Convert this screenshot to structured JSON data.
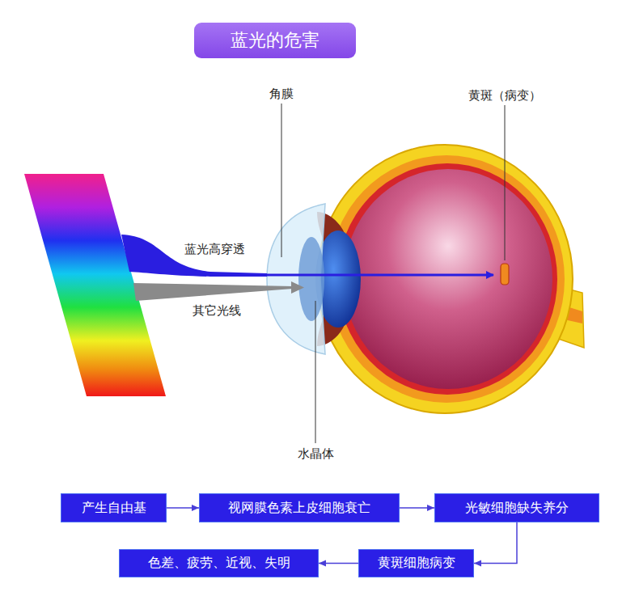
{
  "diagram": {
    "title": "蓝光的危害",
    "nodes": [
      {
        "text": [
          "产生自由基"
        ]
      },
      {
        "text": [
          "视网膜色素上皮细胞衰亡"
        ]
      },
      {
        "text": [
          "光敏细胞缺失养分"
        ]
      },
      {
        "text": [
          "黄斑细胞病变"
        ]
      },
      {
        "text": [
          "色差、疲劳、近视、失明"
        ]
      }
    ],
    "edges": [
      {
        "from": 0,
        "to": 1,
        "arrow": "to"
      },
      {
        "from": 1,
        "to": 2,
        "arrow": "to"
      },
      {
        "from": 2,
        "to": 3,
        "arrow": "to"
      },
      {
        "from": 3,
        "to": 4,
        "arrow": "to"
      }
    ],
    "labels": [
      "角膜",
      "黄斑（病变）",
      "蓝光高穿透",
      "其它光线",
      "水晶体"
    ]
  }
}
